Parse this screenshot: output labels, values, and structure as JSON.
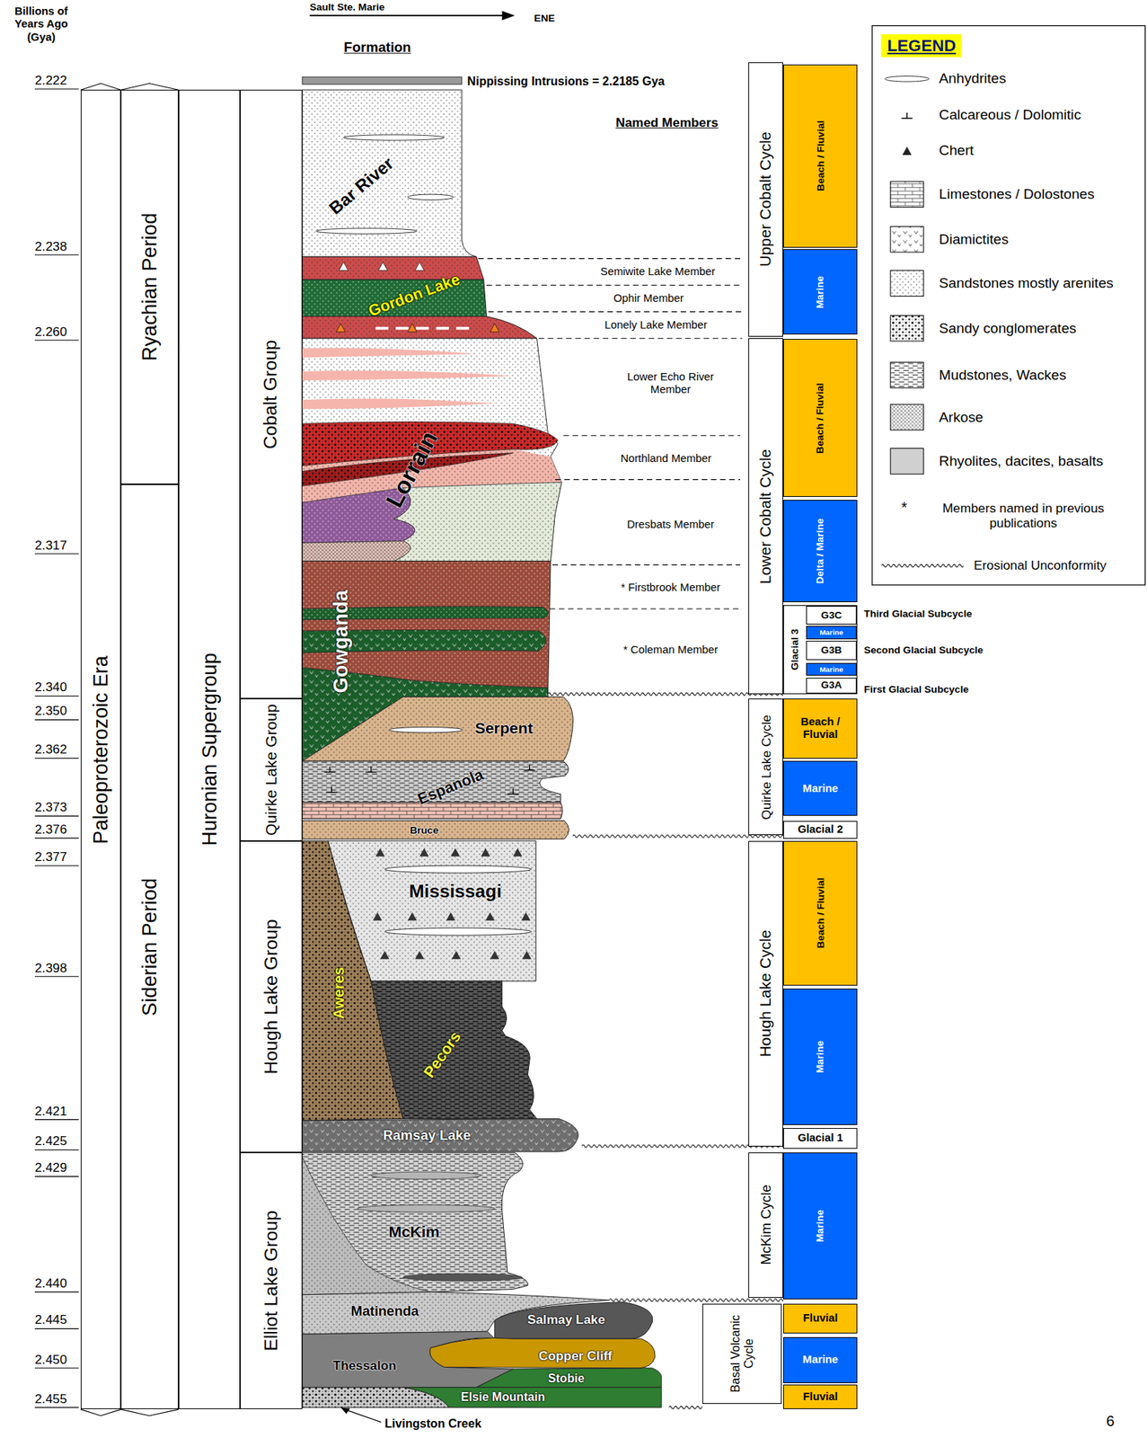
{
  "diagram": {
    "nodes": [
      {
        "text": [
          "Paleoproterozoic Era"
        ]
      },
      {
        "text": [
          "Siderian Period"
        ]
      },
      {
        "text": [
          "Ryachian Period"
        ]
      },
      {
        "text": [
          "Huronian Supergroup"
        ]
      },
      {
        "text": [
          "Cobalt Group"
        ]
      },
      {
        "text": [
          "Quirke Lake Group"
        ]
      },
      {
        "text": [
          "Hough Lake Group"
        ]
      },
      {
        "text": [
          "Elliot Lake Group"
        ]
      },
      {
        "text": [
          "Upper Cobalt Cycle"
        ]
      },
      {
        "text": [
          "Lower Cobalt Cycle"
        ]
      },
      {
        "text": [
          "Quirke Lake Cycle"
        ]
      },
      {
        "text": [
          "Hough Lake Cycle"
        ]
      },
      {
        "text": [
          "McKim Cycle"
        ]
      },
      {
        "text": [
          "Basal Volcanic Cycle"
        ]
      },
      {
        "text": [
          "Beach / Fluvial"
        ]
      },
      {
        "text": [
          "Marine"
        ]
      },
      {
        "text": [
          "Beach / Fluvial"
        ]
      },
      {
        "text": [
          "Delta / Marine"
        ]
      },
      {
        "text": [
          "Glacial 3"
        ]
      },
      {
        "text": [
          "G3C"
        ],
        "in": 18
      },
      {
        "text": [
          "Marine"
        ],
        "in": 18
      },
      {
        "text": [
          "G3B"
        ],
        "in": 18
      },
      {
        "text": [
          "Marine"
        ],
        "in": 18
      },
      {
        "text": [
          "G3A"
        ],
        "in": 18
      },
      {
        "text": [
          "Beach / Fluvial"
        ]
      },
      {
        "text": [
          "Marine"
        ]
      },
      {
        "text": [
          "Glacial 2"
        ]
      },
      {
        "text": [
          "Beach / Fluvial"
        ]
      },
      {
        "text": [
          "Marine"
        ]
      },
      {
        "text": [
          "Glacial 1"
        ]
      },
      {
        "text": [
          "Marine"
        ]
      },
      {
        "text": [
          "Fluvial"
        ]
      },
      {
        "text": [
          "Marine"
        ]
      },
      {
        "text": [
          "Fluvial"
        ]
      }
    ],
    "labels": [
      "Billions of Years Ago (Gya)",
      "2.222",
      "2.238",
      "2.260",
      "2.317",
      "2.340",
      "2.350",
      "2.362",
      "2.373",
      "2.376",
      "2.377",
      "2.398",
      "2.421",
      "2.425",
      "2.429",
      "2.440",
      "2.445",
      "2.450",
      "2.455",
      "Sault Ste. Marie",
      "ENE",
      "Formation",
      "Nippissing Intrusions = 2.2185 Gya",
      "Named Members",
      "Semiwite Lake Member",
      "Ophir Member",
      "Lonely Lake Member",
      "Lower Echo River Member",
      "Northland Member",
      "Dresbats Member",
      "* Firstbrook Member",
      "* Coleman Member",
      "Third Glacial Subcycle",
      "Second Glacial Subcycle",
      "First Glacial Subcycle",
      "Bar River",
      "Gordon Lake",
      "Lorrain",
      "Gowganda",
      "Serpent",
      "Espanola",
      "Bruce",
      "Mississagi",
      "Aweres",
      "Pecors",
      "Ramsay Lake",
      "McKim",
      "Matinenda",
      "Salmay Lake",
      "Copper Cliff",
      "Thessalon",
      "Stobie",
      "Elsie Mountain",
      "Livingston Creek",
      "LEGEND",
      "*",
      "6"
    ],
    "legend": [
      {
        "text": "Anhydrites"
      },
      {
        "text": "Calcareous / Dolomitic"
      },
      {
        "text": "Chert"
      },
      {
        "text": "Limestones / Dolostones"
      },
      {
        "text": "Diamictites"
      },
      {
        "text": "Sandstones mostly arenites"
      },
      {
        "text": "Sandy conglomerates"
      },
      {
        "text": "Mudstones, Wackes"
      },
      {
        "text": "Arkose"
      },
      {
        "text": "Rhyolites, dacites, basalts",
        "color": "#d0d0d0"
      },
      {
        "text": "Members named in previous publications"
      },
      {
        "text": "Erosional Unconformity"
      }
    ]
  }
}
